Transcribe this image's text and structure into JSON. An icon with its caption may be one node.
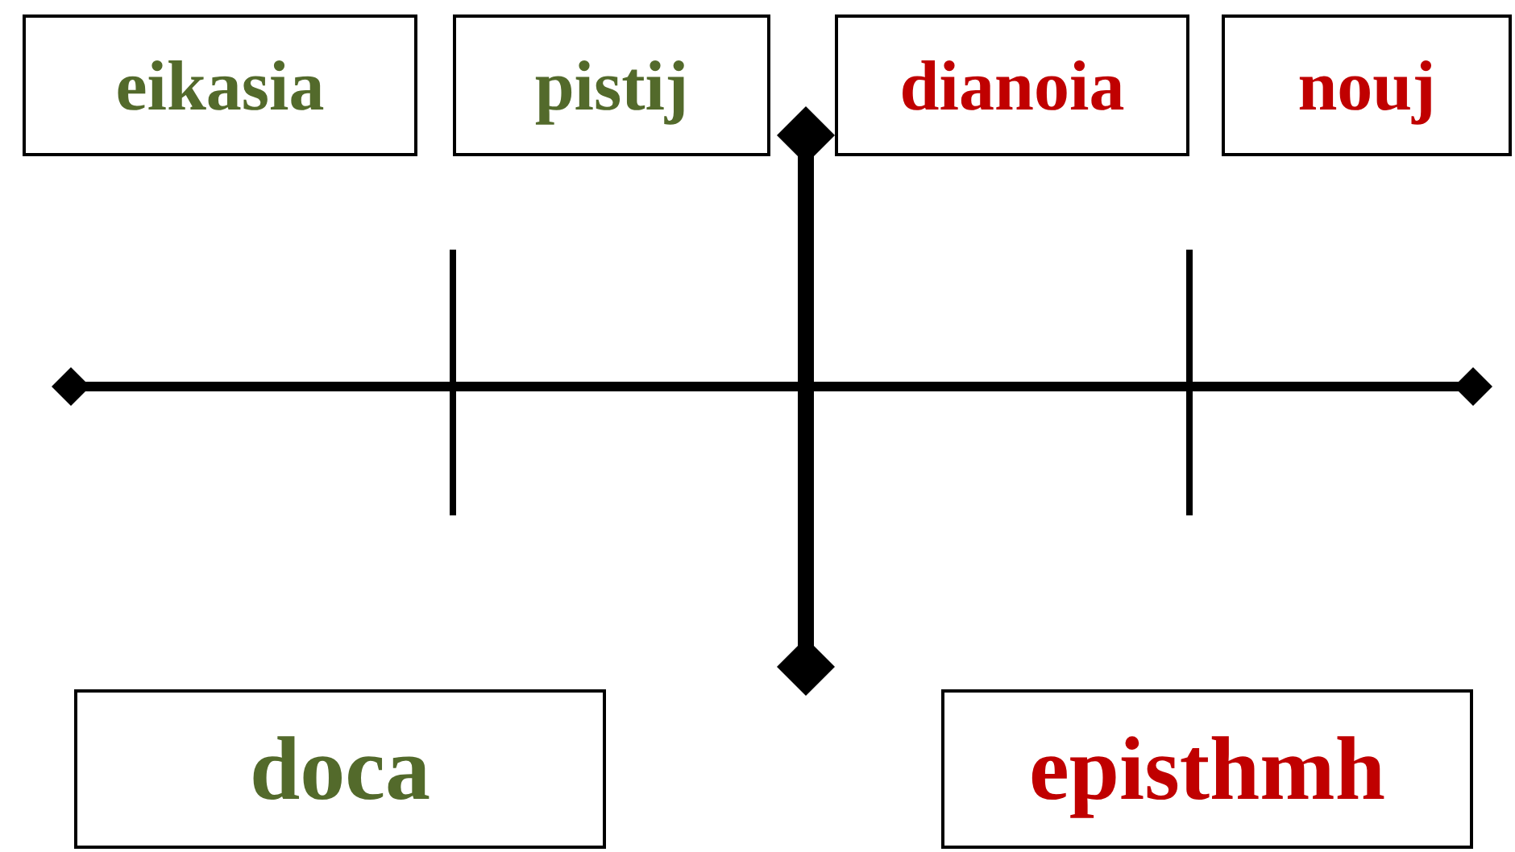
{
  "diagram": {
    "nodes": [
      {
        "text": [
          "eikasia"
        ]
      },
      {
        "text": [
          "pistij"
        ]
      },
      {
        "text": [
          "dianoia"
        ]
      },
      {
        "text": [
          "nouj"
        ]
      },
      {
        "text": [
          "doca"
        ]
      },
      {
        "text": [
          "episthmh"
        ]
      }
    ]
  }
}
